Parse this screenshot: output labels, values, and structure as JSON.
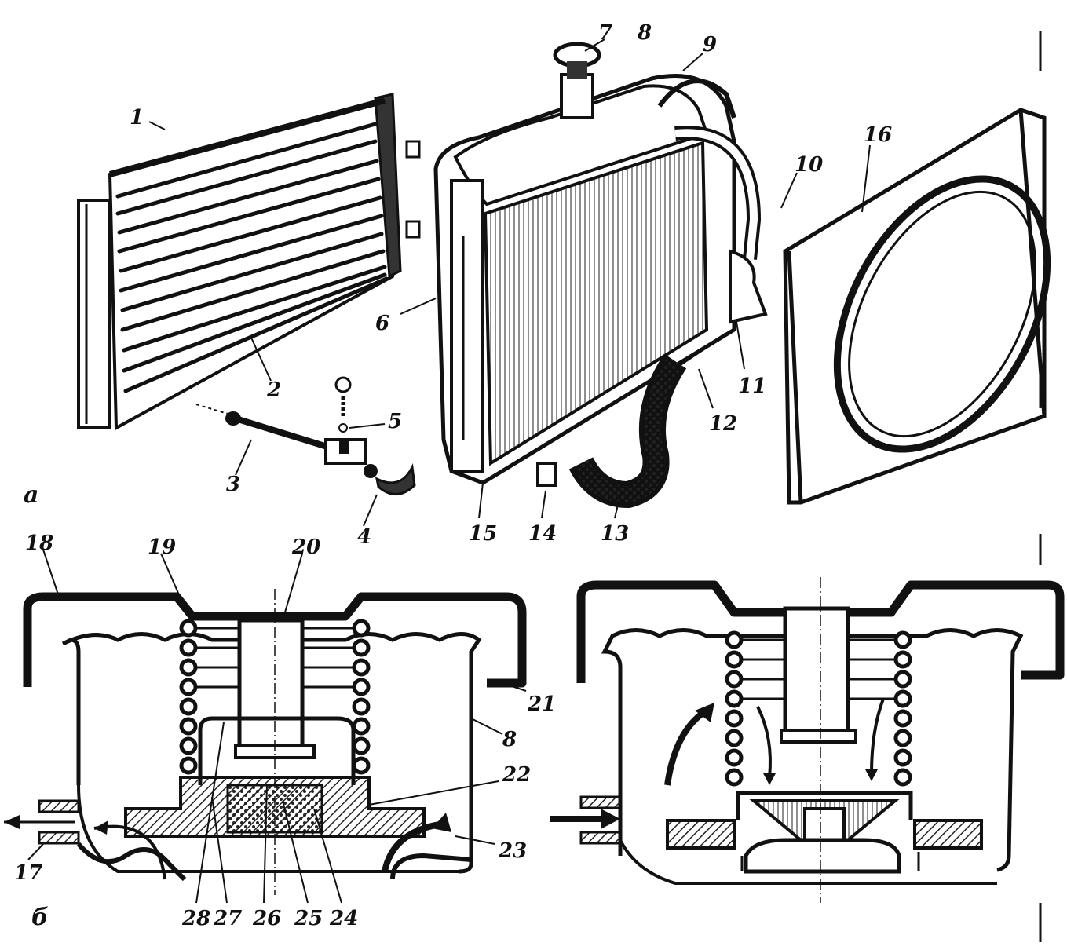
{
  "figure": {
    "section_labels": {
      "a": "a",
      "b": "б"
    },
    "part_numbers": [
      "1",
      "2",
      "3",
      "4",
      "5",
      "6",
      "7",
      "8",
      "9",
      "10",
      "11",
      "12",
      "13",
      "14",
      "15",
      "16",
      "17",
      "18",
      "19",
      "20",
      "21",
      "22",
      "23",
      "24",
      "25",
      "26",
      "27",
      "28"
    ],
    "colors": {
      "ink": "#111111",
      "paper": "#ffffff",
      "hatch": "#2a2a2a"
    }
  }
}
